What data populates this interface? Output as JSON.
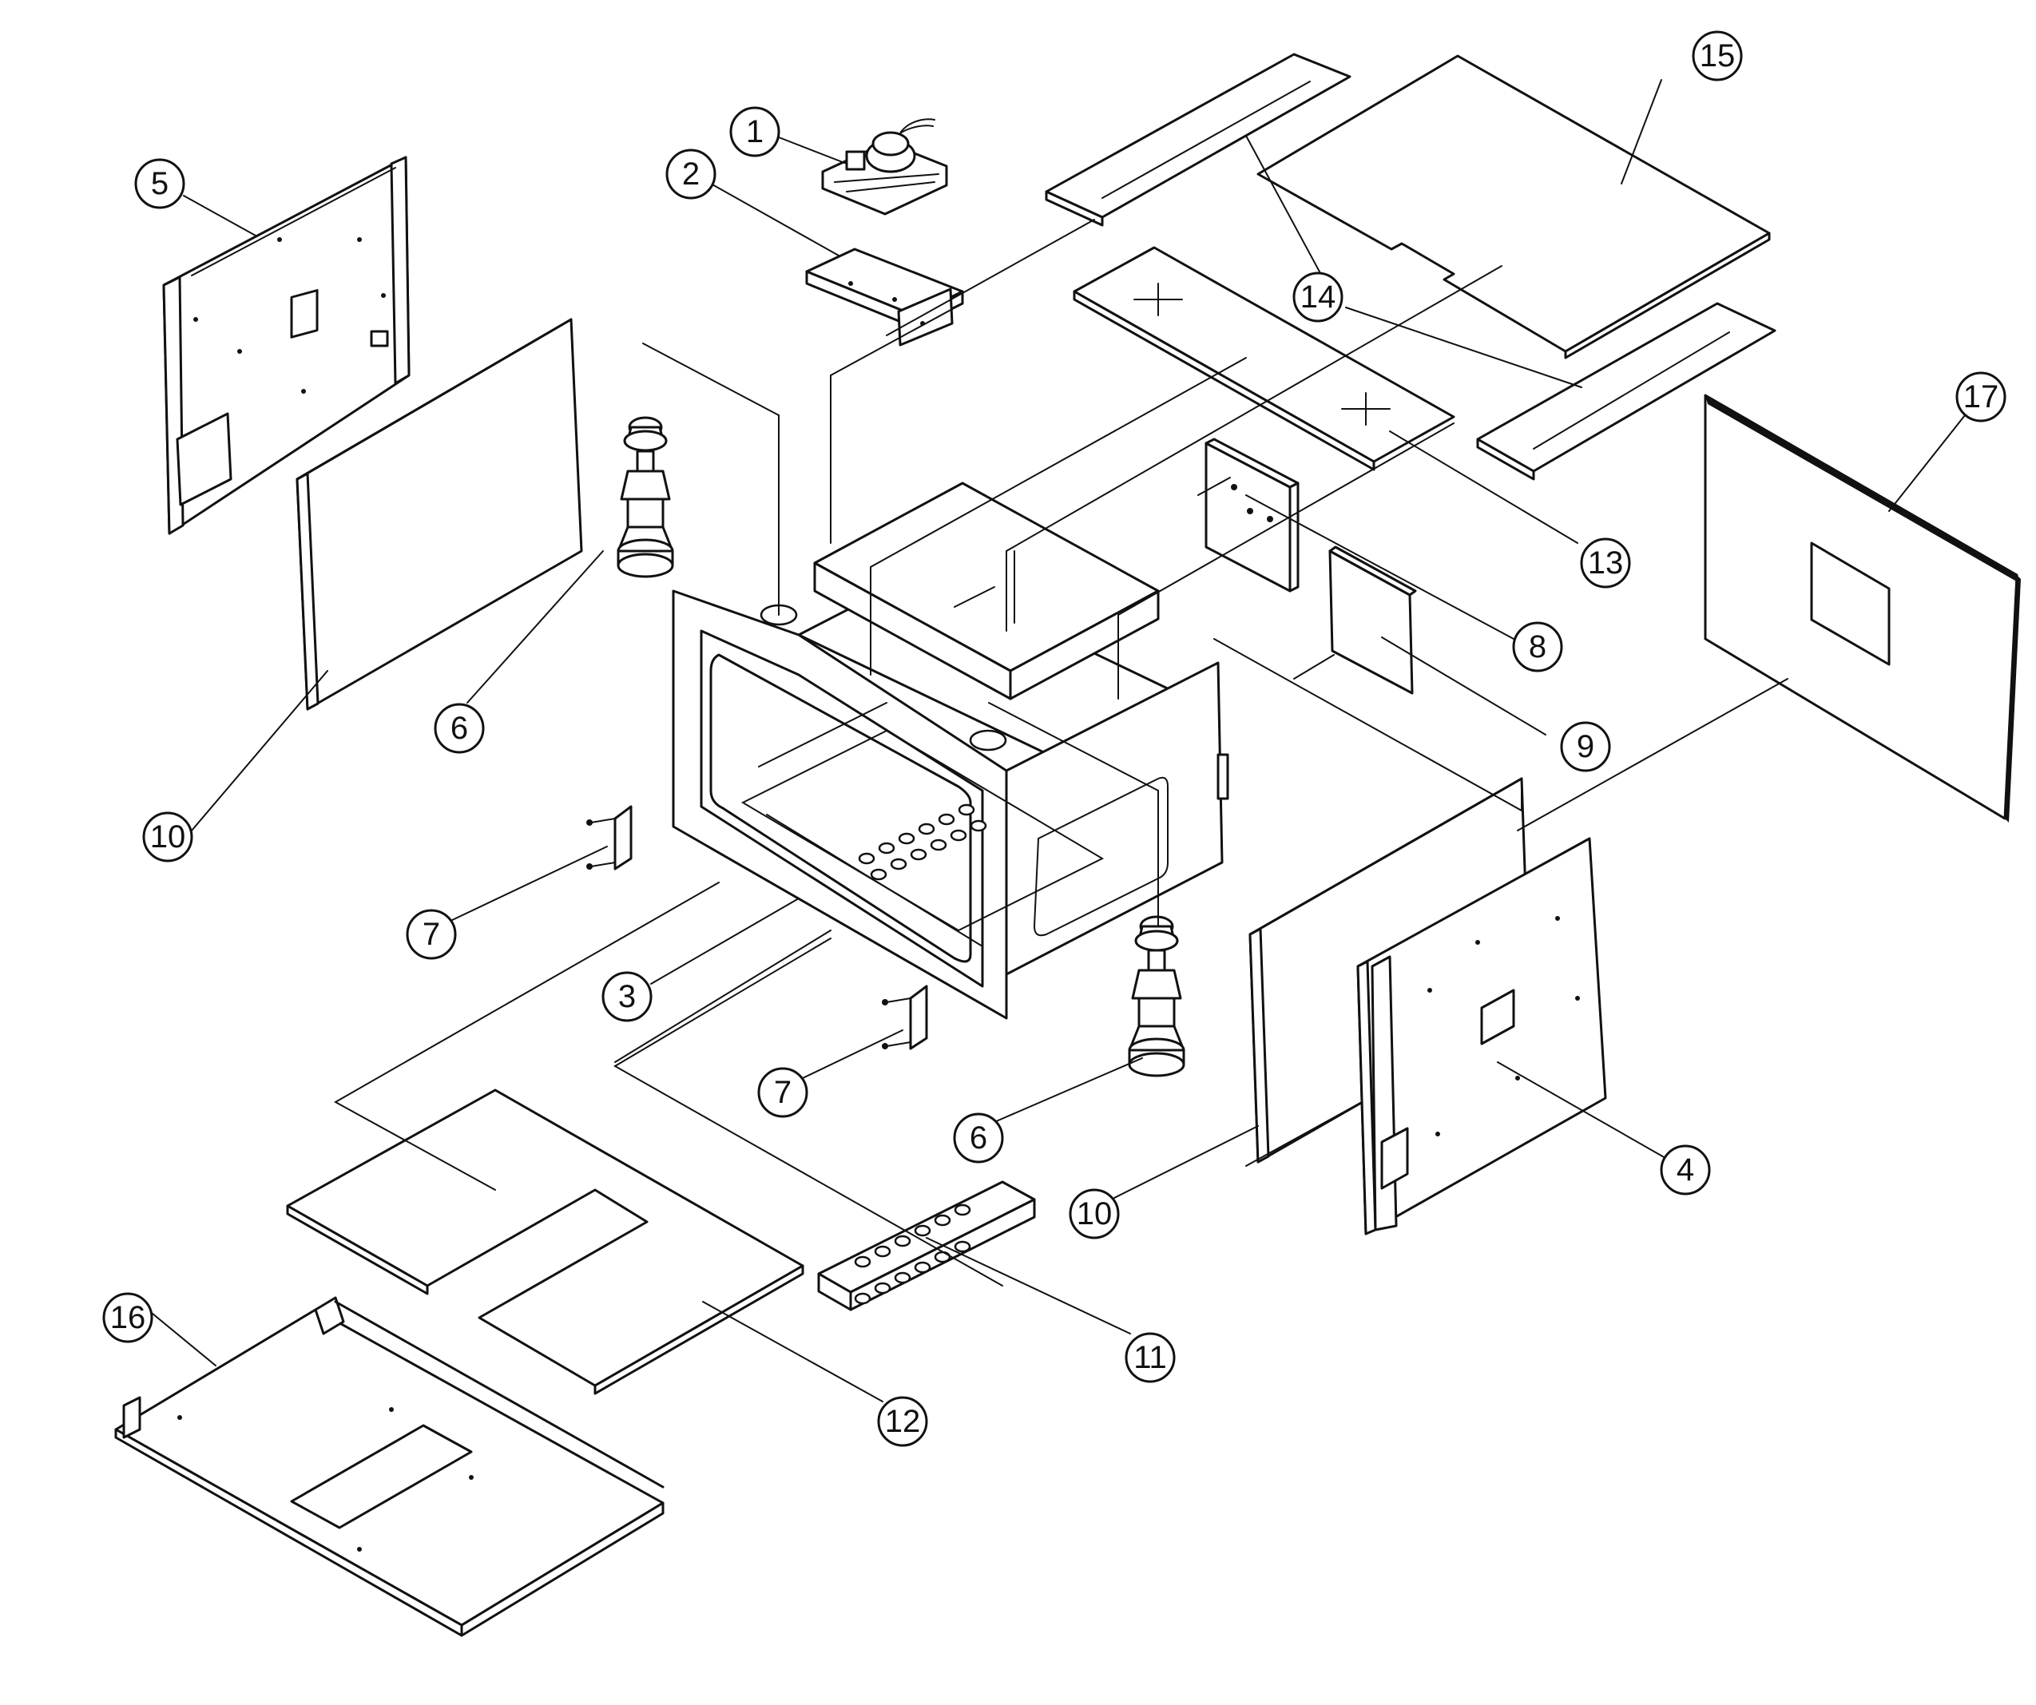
{
  "figure": {
    "type": "exploded-parts-diagram"
  },
  "callouts": [
    {
      "id": "1",
      "label": "1"
    },
    {
      "id": "2",
      "label": "2"
    },
    {
      "id": "3",
      "label": "3"
    },
    {
      "id": "4",
      "label": "4"
    },
    {
      "id": "5",
      "label": "5"
    },
    {
      "id": "6a",
      "label": "6"
    },
    {
      "id": "6b",
      "label": "6"
    },
    {
      "id": "7a",
      "label": "7"
    },
    {
      "id": "7b",
      "label": "7"
    },
    {
      "id": "8",
      "label": "8"
    },
    {
      "id": "9",
      "label": "9"
    },
    {
      "id": "10a",
      "label": "10"
    },
    {
      "id": "10b",
      "label": "10"
    },
    {
      "id": "11",
      "label": "11"
    },
    {
      "id": "12",
      "label": "12"
    },
    {
      "id": "13",
      "label": "13"
    },
    {
      "id": "14",
      "label": "14"
    },
    {
      "id": "15",
      "label": "15"
    },
    {
      "id": "16",
      "label": "16"
    },
    {
      "id": "17",
      "label": "17"
    }
  ]
}
